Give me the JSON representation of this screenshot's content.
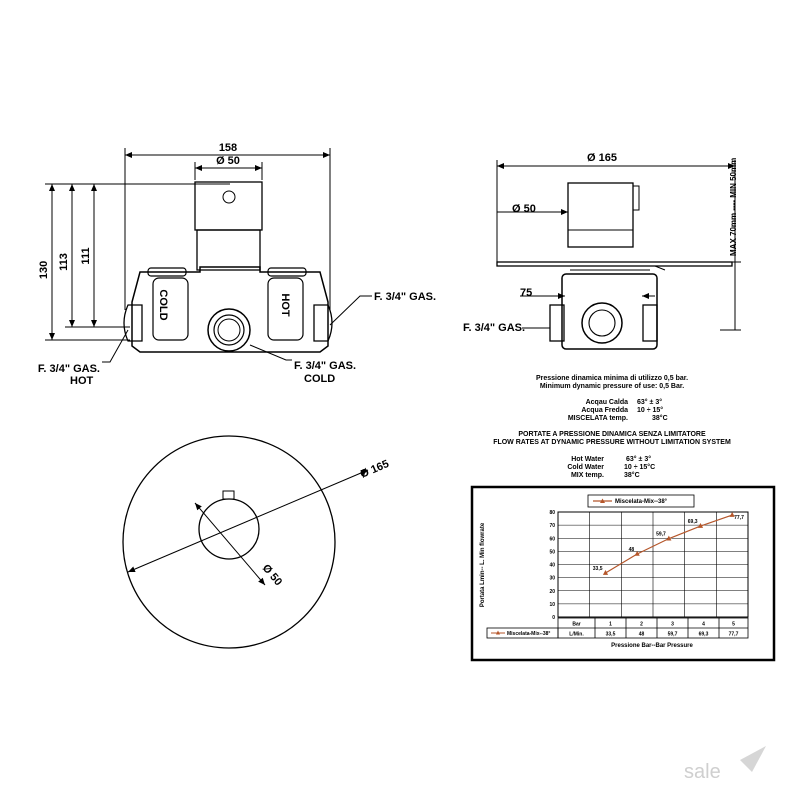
{
  "dimensions": {
    "front": {
      "width": "158",
      "diameter": "Ø 50",
      "h130": "130",
      "h113": "113",
      "h111": "111"
    },
    "side": {
      "diameter_plate": "Ø 165",
      "diameter_knob": "Ø 50",
      "depth": "75",
      "range": "MAX 70mm ---- MIN 50mm"
    },
    "plan": {
      "diameter_plate": "Ø 165",
      "diameter_knob": "Ø 50"
    }
  },
  "labels": {
    "gas_right": "F. 3/4\" GAS.",
    "gas_hot": "F. 3/4\" GAS.",
    "hot": "HOT",
    "gas_cold": "F. 3/4\" GAS.",
    "cold": "COLD",
    "gas_side": "F. 3/4\" GAS.",
    "body_cold": "COLD",
    "body_hot": "HOT"
  },
  "specs": {
    "pressure_it": "Pressione dinamica minima di utilizzo 0,5  bar.",
    "pressure_en": "Minimum dynamic pressure of use: 0,5 Bar.",
    "it_rows": [
      {
        "label": "Acqau Calda",
        "value": "63° ± 3°"
      },
      {
        "label": "Acqua Fredda",
        "value": "10 ÷ 15°"
      },
      {
        "label": "MISCELATA  temp.",
        "value": "38°C"
      }
    ],
    "heading_it": "PORTATE A PRESSIONE DINAMICA SENZA LIMITATORE",
    "heading_en": "FLOW RATES AT DYNAMIC PRESSURE WITHOUT LIMITATION SYSTEM",
    "en_rows": [
      {
        "label": "Hot Water",
        "value": "63° ± 3°"
      },
      {
        "label": "Cold Water",
        "value": "10 ÷ 15°C"
      },
      {
        "label": "MIX temp.",
        "value": "38°C"
      }
    ]
  },
  "chart_data": {
    "type": "line",
    "legend_label": "Miscelata-Mix--38°",
    "ylabel": "Portata Lmin-- L. Min flowrate",
    "xlabel": "Pressione Bar--Bar Pressure",
    "x": [
      1,
      2,
      3,
      4,
      5
    ],
    "y": [
      33.5,
      48,
      59.7,
      69.3,
      77.7
    ],
    "point_labels": [
      "33,5",
      "48",
      "59,7",
      "69,3",
      "77,7"
    ],
    "ylim": [
      0,
      80
    ],
    "yticks": [
      "0",
      "10",
      "20",
      "30",
      "40",
      "50",
      "60",
      "70",
      "80"
    ],
    "grid": true,
    "table_header": [
      "Bar",
      "1",
      "2",
      "3",
      "4",
      "5"
    ],
    "table_row_label": "L/Min.",
    "table_values": [
      "33,5",
      "48",
      "59,7",
      "69,3",
      "77,7"
    ],
    "series_color": "#b5562a"
  },
  "brand": {
    "logo": "sale"
  }
}
